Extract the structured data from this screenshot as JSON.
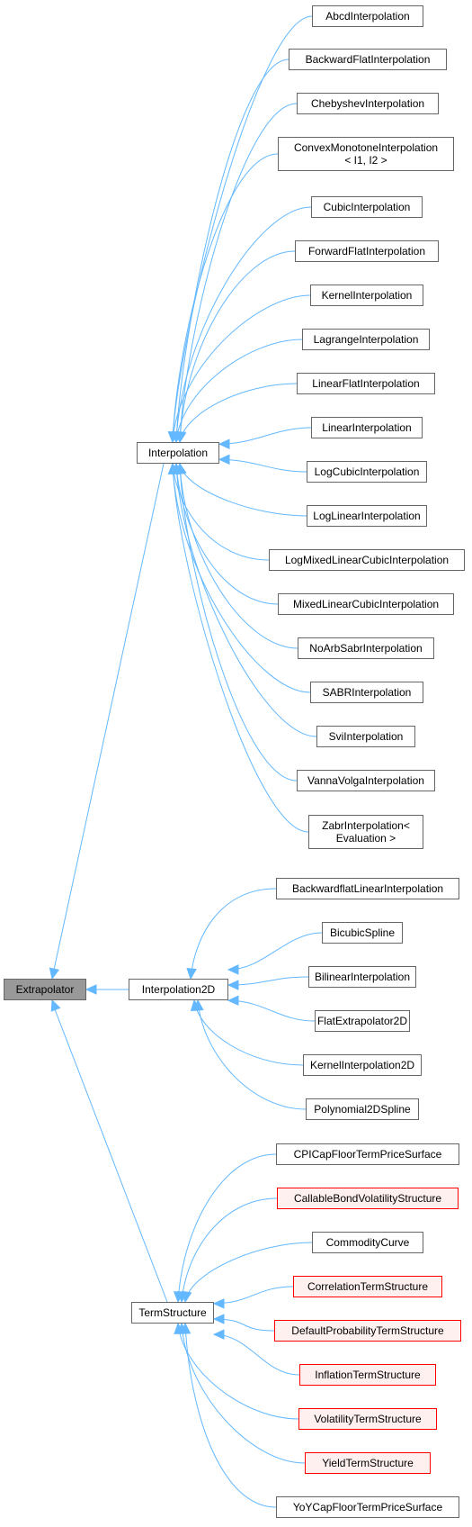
{
  "root": {
    "label": "Extrapolator",
    "style": "root"
  },
  "groups": [
    {
      "id": "interpolation",
      "label": "Interpolation",
      "children": [
        {
          "lines": [
            "AbcdInterpolation"
          ],
          "style": "normal"
        },
        {
          "lines": [
            "BackwardFlatInterpolation"
          ],
          "style": "normal"
        },
        {
          "lines": [
            "ChebyshevInterpolation"
          ],
          "style": "normal"
        },
        {
          "lines": [
            "ConvexMonotoneInterpolation",
            "< I1, I2 >"
          ],
          "style": "normal"
        },
        {
          "lines": [
            "CubicInterpolation"
          ],
          "style": "normal"
        },
        {
          "lines": [
            "ForwardFlatInterpolation"
          ],
          "style": "normal"
        },
        {
          "lines": [
            "KernelInterpolation"
          ],
          "style": "normal"
        },
        {
          "lines": [
            "LagrangeInterpolation"
          ],
          "style": "normal"
        },
        {
          "lines": [
            "LinearFlatInterpolation"
          ],
          "style": "normal"
        },
        {
          "lines": [
            "LinearInterpolation"
          ],
          "style": "normal"
        },
        {
          "lines": [
            "LogCubicInterpolation"
          ],
          "style": "normal"
        },
        {
          "lines": [
            "LogLinearInterpolation"
          ],
          "style": "normal"
        },
        {
          "lines": [
            "LogMixedLinearCubicInterpolation"
          ],
          "style": "normal"
        },
        {
          "lines": [
            "MixedLinearCubicInterpolation"
          ],
          "style": "normal"
        },
        {
          "lines": [
            "NoArbSabrInterpolation"
          ],
          "style": "normal"
        },
        {
          "lines": [
            "SABRInterpolation"
          ],
          "style": "normal"
        },
        {
          "lines": [
            "SviInterpolation"
          ],
          "style": "normal"
        },
        {
          "lines": [
            "VannaVolgaInterpolation"
          ],
          "style": "normal"
        },
        {
          "lines": [
            "ZabrInterpolation<",
            "Evaluation >"
          ],
          "style": "normal"
        }
      ]
    },
    {
      "id": "interpolation2d",
      "label": "Interpolation2D",
      "children": [
        {
          "lines": [
            "BackwardflatLinearInterpolation"
          ],
          "style": "normal"
        },
        {
          "lines": [
            "BicubicSpline"
          ],
          "style": "normal"
        },
        {
          "lines": [
            "BilinearInterpolation"
          ],
          "style": "normal"
        },
        {
          "lines": [
            "FlatExtrapolator2D"
          ],
          "style": "normal"
        },
        {
          "lines": [
            "KernelInterpolation2D"
          ],
          "style": "normal"
        },
        {
          "lines": [
            "Polynomial2DSpline"
          ],
          "style": "normal"
        }
      ]
    },
    {
      "id": "termstructure",
      "label": "TermStructure",
      "children": [
        {
          "lines": [
            "CPICapFloorTermPriceSurface"
          ],
          "style": "normal"
        },
        {
          "lines": [
            "CallableBondVolatilityStructure"
          ],
          "style": "red"
        },
        {
          "lines": [
            "CommodityCurve"
          ],
          "style": "normal"
        },
        {
          "lines": [
            "CorrelationTermStructure"
          ],
          "style": "red"
        },
        {
          "lines": [
            "DefaultProbabilityTermStructure"
          ],
          "style": "red"
        },
        {
          "lines": [
            "InflationTermStructure"
          ],
          "style": "red"
        },
        {
          "lines": [
            "VolatilityTermStructure"
          ],
          "style": "red"
        },
        {
          "lines": [
            "YieldTermStructure"
          ],
          "style": "red"
        },
        {
          "lines": [
            "YoYCapFloorTermPriceSurface"
          ],
          "style": "normal"
        }
      ]
    }
  ],
  "colors": {
    "edge": "#63b8ff",
    "node_border": "#666666",
    "root_fill": "#999999",
    "red_border": "#ff0000",
    "red_fill": "#fff0f0"
  }
}
